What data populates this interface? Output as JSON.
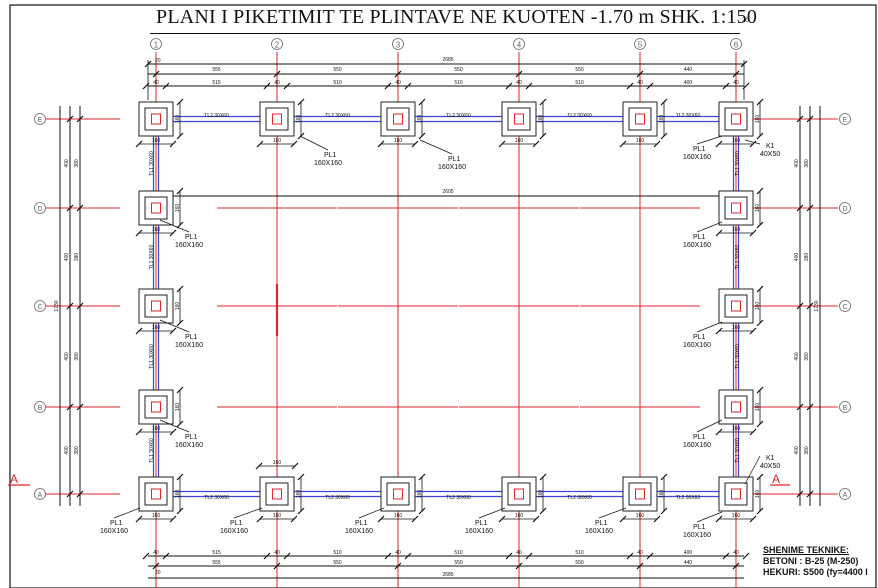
{
  "title": "PLANI I PIKETIMIT TE PLINTAVE NE KUOTEN -1.70 m  SHK. 1:150",
  "scale_superscript": "20",
  "axes_top": [
    "1",
    "2",
    "3",
    "4",
    "5",
    "6"
  ],
  "axes_side": [
    "E",
    "D",
    "C",
    "B",
    "A"
  ],
  "section_label": "A",
  "dim_top_total": "2685",
  "dim_top_spans": [
    "555",
    "550",
    "550",
    "550",
    "440"
  ],
  "dim_top_inner": [
    "515",
    "510",
    "510",
    "510",
    "400"
  ],
  "dim_top_small": "40",
  "dim_top_edge": "20",
  "dim_mid_total": "2605",
  "dim_left_total": "1730",
  "dim_left_spans": [
    "400",
    "400",
    "400",
    "400"
  ],
  "dim_left_inner": [
    "380",
    "380",
    "380",
    "380"
  ],
  "dim_bottom_total": "2685",
  "dim_bottom_spans": [
    "555",
    "550",
    "550",
    "550",
    "440"
  ],
  "dim_bottom_inner": [
    "515",
    "510",
    "510",
    "510",
    "400"
  ],
  "footing_dim": "160",
  "footing_tag": "PL1",
  "footing_size": "160X160",
  "column_tag": "K1",
  "column_size": "40X50",
  "beam_top_label": "TL2 30X60",
  "beam_side_label": "TL1 30X60",
  "notes": {
    "heading": "SHENIME TEKNIKE:",
    "concrete": "BETONI : B-25 (M-250)",
    "steel": "HEKURI: S500 (fy=4400 l"
  }
}
